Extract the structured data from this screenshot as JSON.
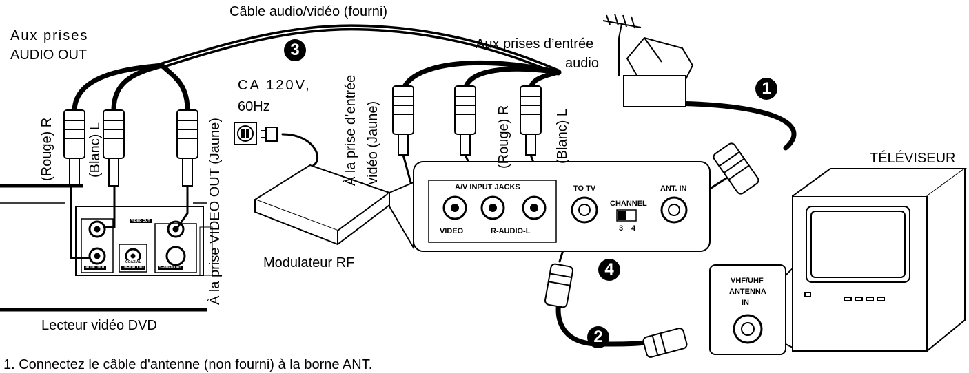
{
  "labels": {
    "cable": "Câble audio/vidéo (fourni)",
    "aux_out_1": "Aux prises",
    "aux_out_2": "AUDIO OUT",
    "aux_in_1": "Aux prises d’entrée",
    "aux_in_2": "audio",
    "ca_1": "CA   120V,",
    "ca_2": "60Hz",
    "rouge_r": "(Rouge) R",
    "blanc_l": "(Blanc) L",
    "video_out": "À la prise VIDEO OUT (Jaune)",
    "prise_video_1": "À la prise d’entrée",
    "prise_video_2": "vidéo (Jaune)",
    "rouge_r2": "(Rouge) R",
    "blanc_l2": "(Blanc) L",
    "modulateur": "Modulateur RF",
    "lecteur": "Lecteur vidéo DVD",
    "televiseur": "TÉLÉVISEUR",
    "bottom": "1.  Connectez le câble d'antenne (non fourni) à la borne ANT."
  },
  "panel": {
    "av_jacks": "A/V INPUT JACKS",
    "video": "VIDEO",
    "raudio": "R-AUDIO-L",
    "to_tv": "TO TV",
    "channel": "CHANNEL",
    "ch3": "3",
    "ch4": "4",
    "ant_in": "ANT. IN"
  },
  "tv_jack": {
    "l1": "VHF/UHF",
    "l2": "ANTENNA",
    "l3": "IN"
  },
  "dvd_panel": {
    "audio_out": "AUDIO OUT",
    "digital_out": "DIGITAL OUT",
    "svideo_out": "S-VIDEO OUT",
    "video_out": "VIDEO OUT",
    "coaxial": "COAXIAL"
  },
  "steps": {
    "s1": "1",
    "s2": "2",
    "s3": "3",
    "s4": "4"
  }
}
